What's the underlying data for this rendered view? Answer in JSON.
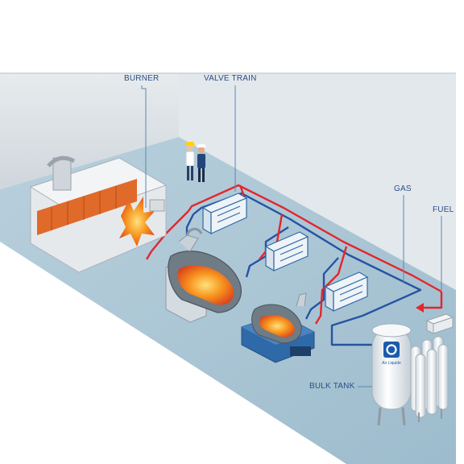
{
  "labels": {
    "burner": "BURNER",
    "valve_train": "VALVE TRAIN",
    "gas": "GAS",
    "fuel": "FUEL",
    "bulk_tank": "BULK TANK"
  },
  "tank_logo_text": "Air Liquide",
  "colors": {
    "floor": "#a7c2d2",
    "wall": "#d7dde2",
    "oxygen_pipe": "#2753a3",
    "fuel_pipe": "#e4262d",
    "callout_line": "#5b87b5",
    "flame": "#f39a1e",
    "equipment_blue": "#2f6aa8",
    "label_text": "#2a4f86"
  },
  "icons": [
    "furnace-icon",
    "rotary-furnace-icon",
    "ladle-furnace-icon",
    "valve-train-icon",
    "bulk-tank-icon",
    "vaporizer-icon",
    "fuel-valve-icon",
    "workers-icon"
  ]
}
